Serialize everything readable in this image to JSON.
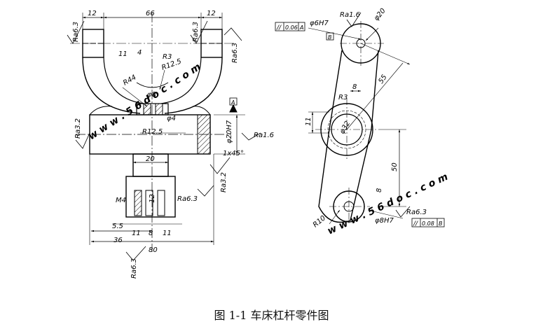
{
  "caption": "图 1-1  车床杠杆零件图",
  "watermarks": [
    "w w w . 5 6 d o c . c o m",
    "w w w . 5 6 d o c . c o m"
  ],
  "watermark_color": "#e00000",
  "front_view": {
    "dims": [
      "12",
      "66",
      "12",
      "4",
      "11",
      "R3",
      "R12.5",
      "R44",
      "φ8",
      "φ4",
      "R12.5",
      "φ20H7",
      "20",
      "12",
      "M4",
      "5.5",
      "11",
      "8",
      "11",
      "36",
      "80"
    ],
    "roughness": [
      "Ra6.3",
      "Ra6.3",
      "Ra6.3",
      "Ra3.2",
      "Ra1.6",
      "Ra3.2",
      "Ra6.3",
      "Ra6.3"
    ],
    "chamfer": "1x45°",
    "datum": "A"
  },
  "side_view": {
    "dims": [
      "φ6H7",
      "Ra1.6",
      "φ20",
      "B",
      "8",
      "55",
      "R3",
      "11",
      "φ32",
      "50",
      "8",
      "R10",
      "φ8H7",
      "Ra6.3"
    ],
    "tolerance_top": {
      "symbol": "//",
      "value": "0.06",
      "datum": "A"
    },
    "tolerance_bottom": {
      "symbol": "//",
      "value": "0.08",
      "datum": "B"
    }
  }
}
